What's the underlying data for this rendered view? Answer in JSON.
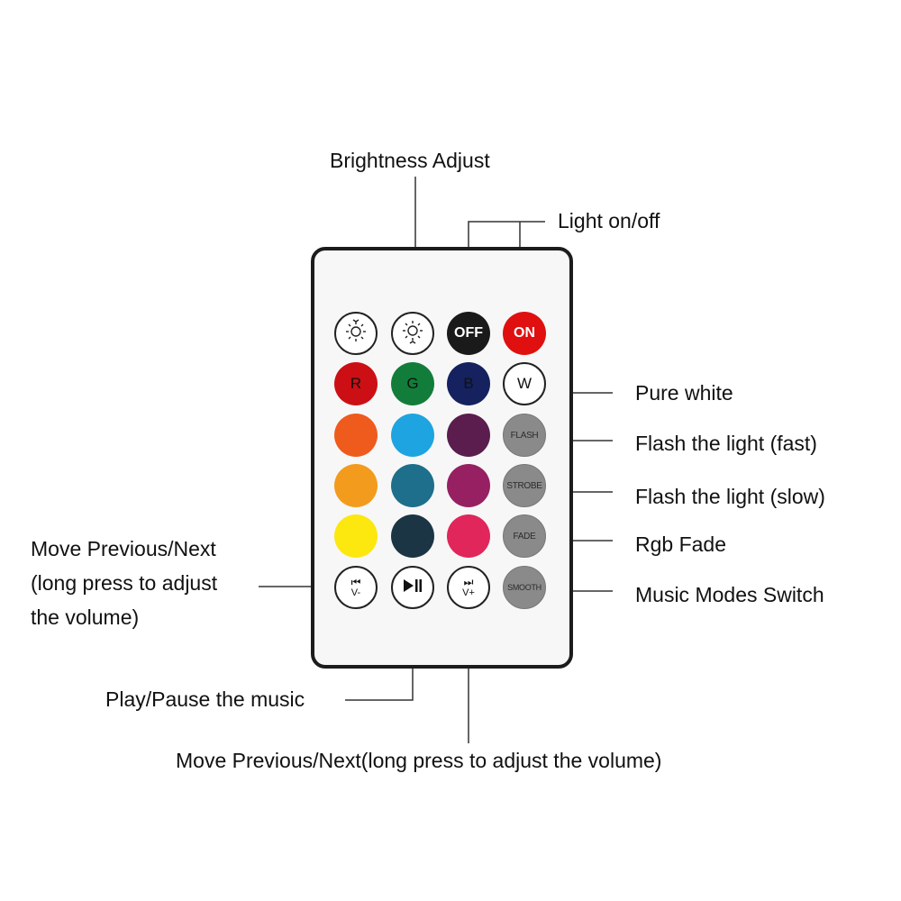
{
  "labels": {
    "brightness_adjust": "Brightness Adjust",
    "light_on_off": "Light on/off",
    "pure_white": "Pure white",
    "flash_fast": "Flash the light (fast)",
    "flash_slow": "Flash the light (slow)",
    "rgb_fade": "Rgb Fade",
    "music_modes_switch": "Music Modes Switch",
    "move_prev_next_left": "Move Previous/Next\n(long press to adjust\nthe volume)",
    "play_pause": "Play/Pause the music",
    "move_prev_next_bottom": "Move Previous/Next(long press to adjust the volume)"
  },
  "remote": {
    "row1": {
      "off": "OFF",
      "on": "ON"
    },
    "row2": {
      "r": "R",
      "g": "G",
      "b": "B",
      "w": "W"
    },
    "modes": {
      "flash": "FLASH",
      "strobe": "STROBE",
      "fade": "FADE",
      "smooth": "SMOOTH"
    },
    "media": {
      "prev_volume": "V-",
      "next_volume": "V+"
    }
  },
  "icons": {
    "brightness_down": "brightness-down-icon",
    "brightness_up": "brightness-up-icon",
    "previous": "previous-track-icon",
    "play_pause": "play-pause-icon",
    "next": "next-track-icon"
  },
  "colors": {
    "red": "#cc0f14",
    "green": "#127d3a",
    "blue": "#15225f",
    "off": "#1a1a1a",
    "on": "#e01010",
    "orange": "#ee5b1d",
    "sky_blue": "#1ea4e0",
    "plum": "#5a1d4d",
    "amber": "#f39b1c",
    "teal": "#1d6f8b",
    "magenta": "#962062",
    "yellow": "#fce70e",
    "dark_slate": "#1b3544",
    "pink_red": "#e0265a",
    "mode_gray": "#8a8a8a"
  }
}
